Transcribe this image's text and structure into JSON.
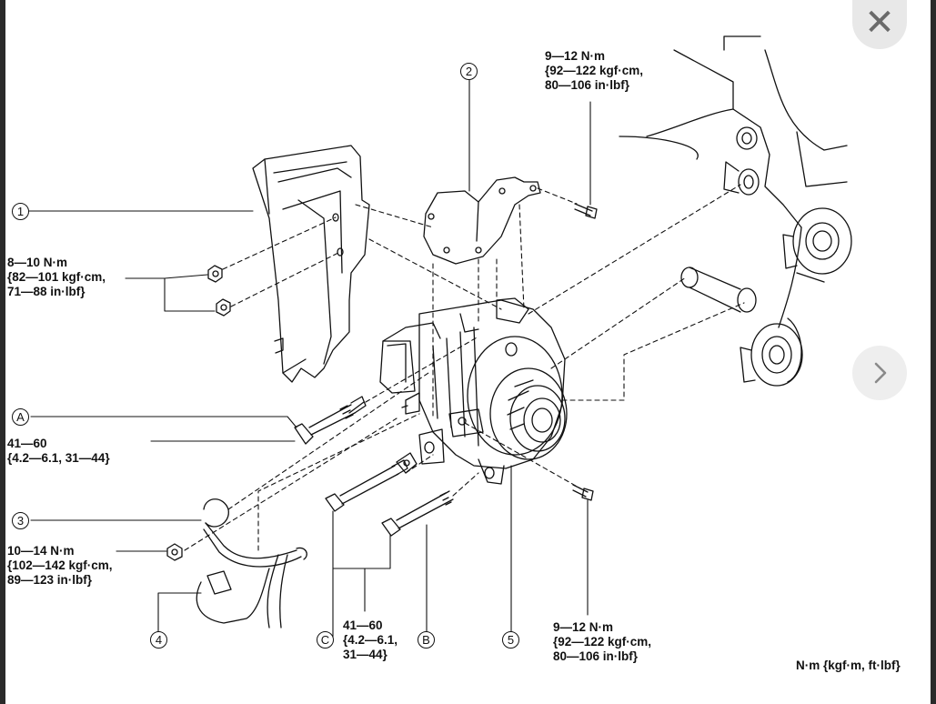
{
  "controls": {
    "close_glyph": "✕",
    "next_icon": "chevron-right-icon"
  },
  "diagram": {
    "callouts": {
      "c1": "1",
      "c2": "2",
      "c3": "3",
      "c4": "4",
      "c5": "5",
      "cA": "A",
      "cB": "B",
      "cC": "C"
    },
    "torques": {
      "top_bolt": "9—12 N·m\n{92—122 kgf·cm,\n80—106 in·lbf}",
      "cover_nuts": "8—10 N·m\n{82—101 kgf·cm,\n71—88 in·lbf}",
      "bolt_a": "41—60\n{4.2—6.1, 31—44}",
      "terminal_nut": "10—14 N·m\n{102—142 kgf·cm,\n89—123 in·lbf}",
      "bolts_bc": "41—60\n{4.2—6.1,\n31—44}",
      "bottom_bolt": "9—12 N·m\n{92—122 kgf·cm,\n80—106 in·lbf}"
    },
    "units": "N·m {kgf·m, ft·lbf}"
  }
}
